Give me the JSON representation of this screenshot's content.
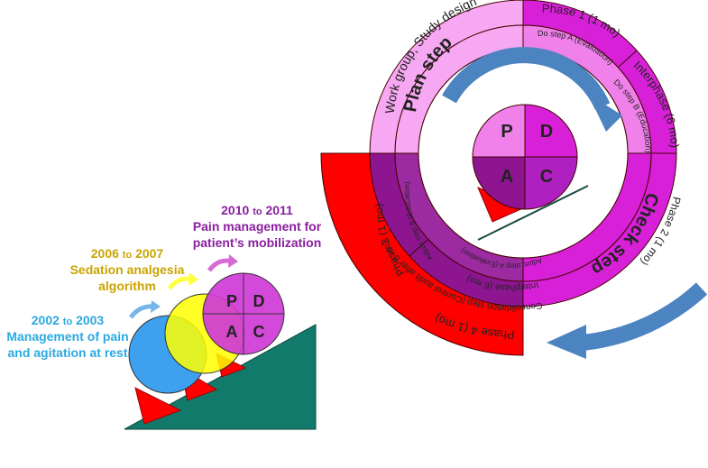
{
  "left_diagram": {
    "eras": [
      {
        "years_start": "2002",
        "years_to": "to",
        "years_end": "2003",
        "line1": "Management of pain",
        "line2": "and agitation at rest",
        "color": "#29a9e0"
      },
      {
        "years_start": "2006",
        "years_to": "to",
        "years_end": "2007",
        "line1": "Sedation analgesia",
        "line2": "algorithm",
        "color": "#c9a400"
      },
      {
        "years_start": "2010",
        "years_to": "to",
        "years_end": "2011",
        "line1": "Pain management for",
        "line2": "patient’s mobilization",
        "color": "#8a1fa0"
      }
    ],
    "pdca": {
      "p": "P",
      "d": "D",
      "a": "A",
      "c": "C"
    }
  },
  "right_diagram": {
    "pdca": {
      "p": "P",
      "d": "D",
      "a": "A",
      "c": "C"
    },
    "plan_step": "Plan step",
    "check_step": "Check step",
    "work_group": "Work group, Study design",
    "phase1": "Phase 1 (1 mo)",
    "do_step_a": "Do step A (Evaluation)",
    "interphase1": "Interphase (6 mo)",
    "do_step_b": "Do step B (Education)",
    "phase2": "Phase 2 (1 mo)",
    "adjust_a": "Adjust step A (Evaluation)",
    "interphase2": "Interphase (6 mo)",
    "phase3": "Phase 3 (1 mo)",
    "adjust_b": "Adjust step B (Education)",
    "consolidation": "Consolidation step (Control audit after 6 mo)",
    "phase4": "Phase 4 (1 mo)"
  },
  "colors": {
    "pink_light": "#f7a8f2",
    "pink_mid": "#f080ea",
    "magenta": "#cf10d6",
    "purple": "#8d1690",
    "purple_light": "#b040b8",
    "red": "#ff0000",
    "teal": "#127a6b",
    "blue_arrow": "#4b84c0",
    "blue_circle": "#3da1ef",
    "yellow_circle": "#ffff00"
  }
}
